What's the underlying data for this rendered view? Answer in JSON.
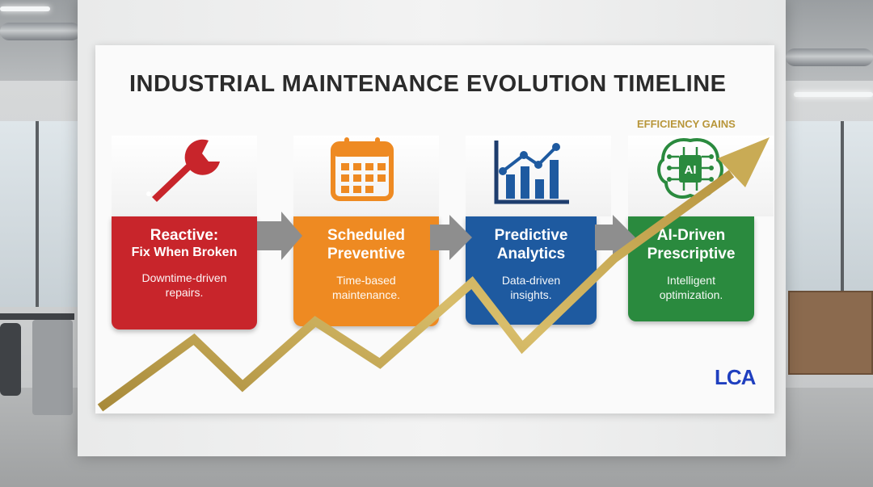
{
  "title": "INDUSTRIAL MAINTENANCE EVOLUTION TIMELINE",
  "trend_label": "EFFICIENCY GAINS",
  "logo": "LCA",
  "stages": [
    {
      "heading": "Reactive:",
      "subheading": "Fix When Broken",
      "description": "Downtime-driven repairs.",
      "color": "#c8252b",
      "icon": "wrench-icon"
    },
    {
      "heading": "Scheduled",
      "subheading": "Preventive",
      "description": "Time-based maintenance.",
      "color": "#ee8a22",
      "icon": "calendar-icon"
    },
    {
      "heading": "Predictive",
      "subheading": "Analytics",
      "description": "Data-driven insights.",
      "color": "#1e5aa0",
      "icon": "bar-chart-icon"
    },
    {
      "heading": "AI-Driven",
      "subheading": "Prescriptive",
      "description": "Intelligent optimization.",
      "color": "#2a8a3e",
      "icon": "ai-brain-icon"
    }
  ],
  "icon_labels": {
    "ai_chip": "AI"
  },
  "colors": {
    "accent_gold": "#c4a552",
    "arrow_gray": "#8e8e8e",
    "logo_blue": "#1f3fbf"
  }
}
